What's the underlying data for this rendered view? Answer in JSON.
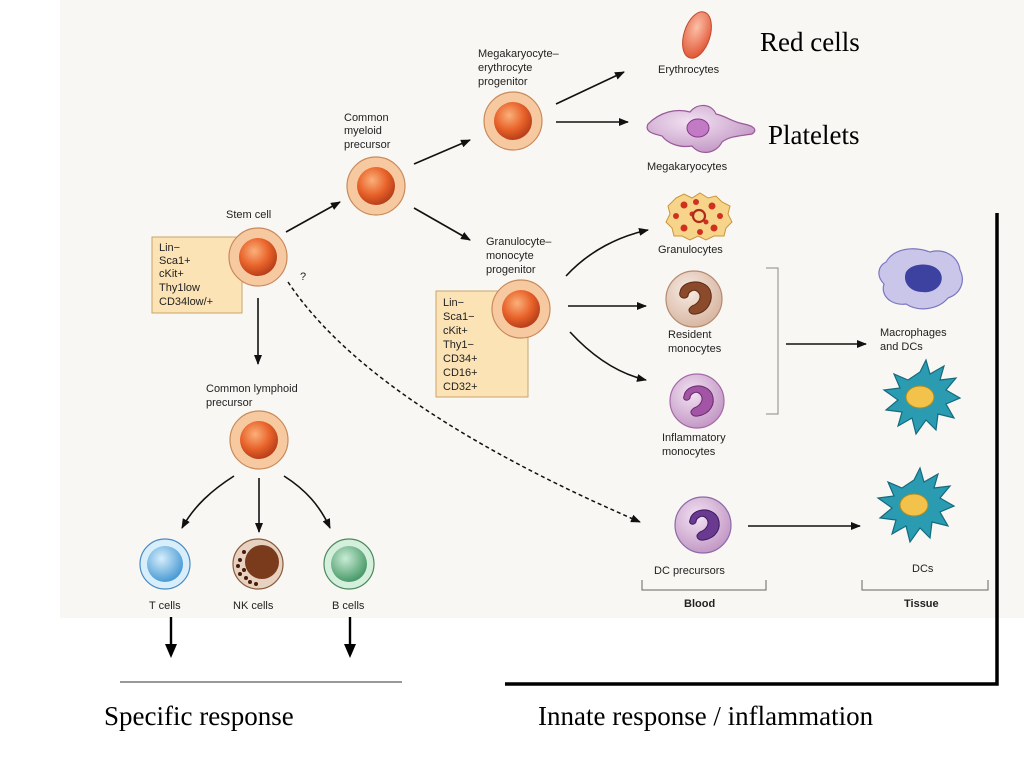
{
  "stem_cell": {
    "title": "Stem cell",
    "markers": [
      "Lin−",
      "Sca1+",
      "cKit+",
      "Thy1low",
      "CD34low/+"
    ],
    "question": "?"
  },
  "common_myeloid": {
    "title_lines": [
      "Common",
      "myeloid",
      "precursor"
    ]
  },
  "megakaryocyte_erythrocyte": {
    "title_lines": [
      "Megakaryocyte–",
      "erythrocyte",
      "progenitor"
    ]
  },
  "granulocyte_monocyte": {
    "title_lines": [
      "Granulocyte–",
      "monocyte",
      "progenitor"
    ],
    "markers": [
      "Lin−",
      "Sca1−",
      "cKit+",
      "Thy1−",
      "CD34+",
      "CD16+",
      "CD32+"
    ]
  },
  "common_lymphoid": {
    "title_lines": [
      "Common lymphoid",
      "precursor"
    ]
  },
  "cells": {
    "erythrocytes": "Erythrocytes",
    "megakaryocytes": "Megakaryocytes",
    "granulocytes": "Granulocytes",
    "resident_monocytes": [
      "Resident",
      "monocytes"
    ],
    "inflammatory_monocytes": [
      "Inflammatory",
      "monocytes"
    ],
    "dc_precursors": "DC precursors",
    "macrophages_dcs": [
      "Macrophages",
      "and DCs"
    ],
    "dcs": "DCs",
    "t_cells": "T cells",
    "nk_cells": "NK cells",
    "b_cells": "B cells"
  },
  "compartments": {
    "blood": "Blood",
    "tissue": "Tissue"
  },
  "annotations": {
    "red_cells": "Red cells",
    "platelets": "Platelets",
    "specific_response": "Specific response",
    "innate_response": "Innate response / inflammation"
  },
  "colors": {
    "progenitor_orange": "#e8622a",
    "progenitor_ring": "#f6c9a0",
    "marker_box": "#fbe3b6",
    "t_cell_blue": "#5aa8dc",
    "b_cell_green": "#5aa57a",
    "monocyte_brown": "#8b4a2c",
    "monocyte_purple": "#a56aa8",
    "dc_teal": "#2a9bb0",
    "macrophage_indigo": "#4a4fa0"
  }
}
